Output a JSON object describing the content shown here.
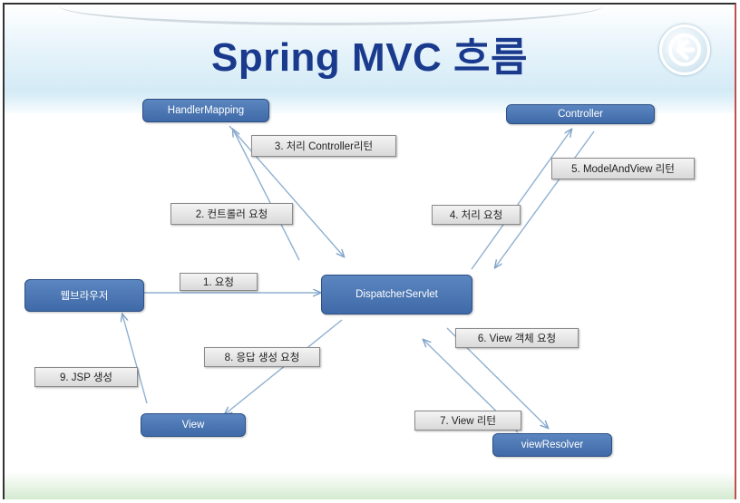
{
  "title": "Spring MVC 흐름",
  "back_button": {
    "icon": "back-arrow-icon"
  },
  "nodes": {
    "handler_mapping": "HandlerMapping",
    "controller": "Controller",
    "browser": "웹브라우저",
    "dispatcher": "DispatcherServlet",
    "view": "View",
    "view_resolver": "viewResolver"
  },
  "steps": {
    "s1": "1. 요청",
    "s2": "2. 컨트롤러 요청",
    "s3": "3. 처리 Controller리턴",
    "s4": "4. 처리 요청",
    "s5": "5. ModelAndView 리턴",
    "s6": "6. View 객체 요청",
    "s7": "7. View 리턴",
    "s8": "8. 응답 생성 요청",
    "s9": "9. JSP 생성"
  },
  "colors": {
    "title": "#1a3a8e",
    "node_fill": "#4a76b4",
    "arrow": "#7fa3c8"
  }
}
